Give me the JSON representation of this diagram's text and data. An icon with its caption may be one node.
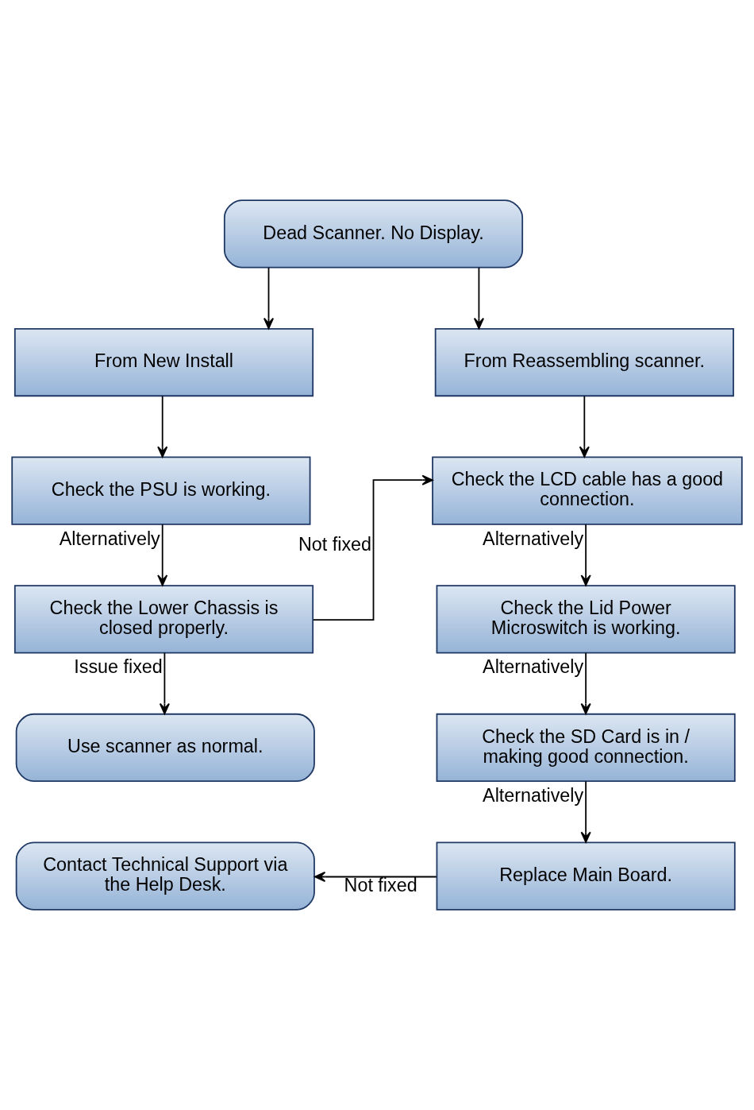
{
  "diagram": {
    "nodes": [
      {
        "text": [
          "Dead Scanner. No Display."
        ]
      },
      {
        "text": [
          "From New Install"
        ]
      },
      {
        "text": [
          "From Reassembling scanner."
        ]
      },
      {
        "text": [
          "Check the PSU is working."
        ]
      },
      {
        "text": [
          "Check the LCD cable has a good connection."
        ]
      },
      {
        "text": [
          "Check the Lower Chassis is closed properly."
        ]
      },
      {
        "text": [
          "Check the Lid Power Microswitch is working."
        ]
      },
      {
        "text": [
          "Use scanner as normal."
        ]
      },
      {
        "text": [
          "Check the SD Card is in / making good connection."
        ]
      },
      {
        "text": [
          "Contact Technical Support via the Help Desk."
        ]
      },
      {
        "text": [
          "Replace Main Board."
        ]
      }
    ],
    "edges": [
      {
        "from": 0,
        "to": 1,
        "arrow": "to"
      },
      {
        "from": 0,
        "to": 2,
        "arrow": "to"
      },
      {
        "from": 1,
        "to": 3,
        "arrow": "to"
      },
      {
        "from": 2,
        "to": 4,
        "arrow": "to"
      },
      {
        "from": 3,
        "to": 5,
        "arrow": "to",
        "label": "Alternatively"
      },
      {
        "from": 5,
        "to": 4,
        "arrow": "to",
        "label": "Not fixed"
      },
      {
        "from": 4,
        "to": 6,
        "arrow": "to",
        "label": "Alternatively"
      },
      {
        "from": 5,
        "to": 7,
        "arrow": "to",
        "label": "Issue fixed"
      },
      {
        "from": 6,
        "to": 8,
        "arrow": "to",
        "label": "Alternatively"
      },
      {
        "from": 8,
        "to": 10,
        "arrow": "to",
        "label": "Alternatively"
      },
      {
        "from": 10,
        "to": 9,
        "arrow": "to",
        "label": "Not fixed"
      }
    ]
  }
}
